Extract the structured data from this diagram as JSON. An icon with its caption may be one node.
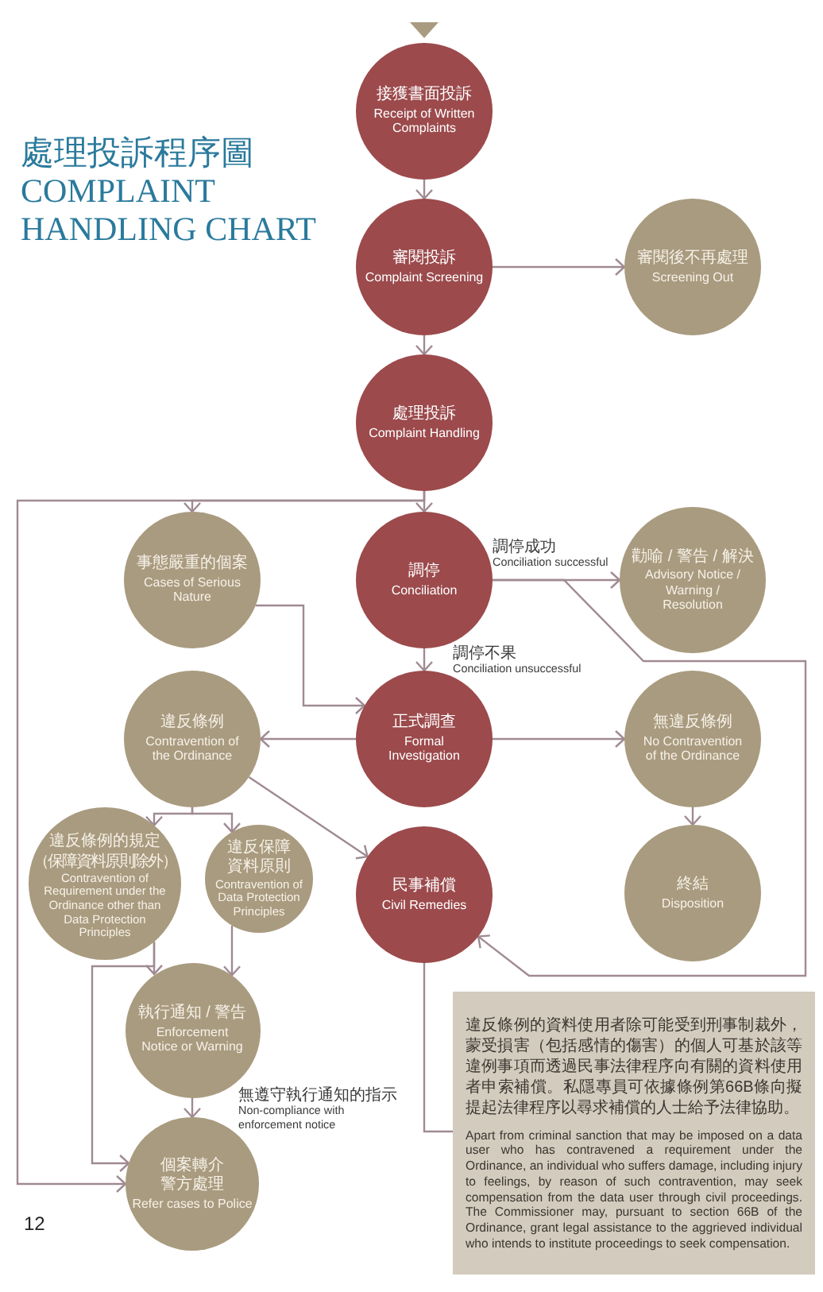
{
  "diagram": {
    "title": "處理投訴程序圖 COMPLAINT HANDLING CHART",
    "nodes": [
      {
        "text": [
          "接獲書面投訴",
          "Receipt of Written Complaints"
        ]
      },
      {
        "text": [
          "審閱投訴",
          "Complaint Screening"
        ]
      },
      {
        "text": [
          "審閱後不再處理",
          "Screening Out"
        ]
      },
      {
        "text": [
          "處理投訴",
          "Complaint Handling"
        ]
      },
      {
        "text": [
          "事態嚴重的個案",
          "Cases of Serious Nature"
        ]
      },
      {
        "text": [
          "調停",
          "Conciliation"
        ]
      },
      {
        "text": [
          "勸喻 / 警告 / 解決",
          "Advisory Notice / Warning / Resolution"
        ]
      },
      {
        "text": [
          "違反條例",
          "Contravention of the Ordinance"
        ]
      },
      {
        "text": [
          "正式調查",
          "Formal Investigation"
        ]
      },
      {
        "text": [
          "無違反條例",
          "No Contravention of the Ordinance"
        ]
      },
      {
        "text": [
          "違反條例的規定",
          "（保障資料原則除外）",
          "Contravention of Requirement under the Ordinance other than Data Protection Principles"
        ]
      },
      {
        "text": [
          "違反保障資料原則",
          "Contravention of Data Protection Principles"
        ]
      },
      {
        "text": [
          "民事補償",
          "Civil Remedies"
        ]
      },
      {
        "text": [
          "終結",
          "Disposition"
        ]
      },
      {
        "text": [
          "執行通知 / 警告",
          "Enforcement Notice or Warning"
        ]
      },
      {
        "text": [
          "個案轉介警方處理",
          "Refer cases to Police"
        ]
      },
      {
        "text": [
          "違反條例的資料使用者除可能受到刑事制裁外，蒙受損害（包括感情的傷害）的個人可基於該等違例事項而透過民事法律程序向有關的資料使用者申索補償。私隱專員可依據條例第66B條向擬提起法律程序以尋求補償的人士給予法律協助。",
          "Apart from criminal sanction that may be imposed on a data user who has contravened a requirement under the Ordinance, an individual who suffers damage, including injury to feelings, by reason of such contravention, may seek compensation from the data user through civil proceedings. The Commissioner may, pursuant to section 66B of the Ordinance, grant legal assistance to the aggrieved individual who intends to institute proceedings to seek compensation."
        ]
      }
    ],
    "edges": [
      {
        "from": 0,
        "to": 1,
        "arrow": "to"
      },
      {
        "from": 1,
        "to": 2,
        "arrow": "to"
      },
      {
        "from": 1,
        "to": 3,
        "arrow": "to"
      },
      {
        "from": 3,
        "to": 4,
        "arrow": "to"
      },
      {
        "from": 3,
        "to": 5,
        "arrow": "to"
      },
      {
        "from": 3,
        "to": 15,
        "arrow": "to"
      },
      {
        "from": 4,
        "to": 8,
        "arrow": "to"
      },
      {
        "from": 5,
        "to": 6,
        "arrow": "to",
        "label": "調停成功 Conciliation successful"
      },
      {
        "from": 5,
        "to": 8,
        "arrow": "to",
        "label": "調停不果 Conciliation unsuccessful"
      },
      {
        "from": 5,
        "to": 12,
        "arrow": "to"
      },
      {
        "from": 8,
        "to": 7,
        "arrow": "to"
      },
      {
        "from": 8,
        "to": 9,
        "arrow": "to"
      },
      {
        "from": 9,
        "to": 13,
        "arrow": "to"
      },
      {
        "from": 7,
        "to": 10,
        "arrow": "to"
      },
      {
        "from": 7,
        "to": 11,
        "arrow": "to"
      },
      {
        "from": 7,
        "to": 12,
        "arrow": "to"
      },
      {
        "from": 10,
        "to": 14,
        "arrow": "to"
      },
      {
        "from": 11,
        "to": 14,
        "arrow": "to"
      },
      {
        "from": 10,
        "to": 15,
        "arrow": "to"
      },
      {
        "from": 14,
        "to": 15,
        "arrow": "to",
        "label": "無遵守執行通知的指示 Non-compliance with enforcement notice"
      },
      {
        "from": 12,
        "to": 16,
        "arrow": "none"
      }
    ],
    "labels": [
      "12"
    ]
  }
}
